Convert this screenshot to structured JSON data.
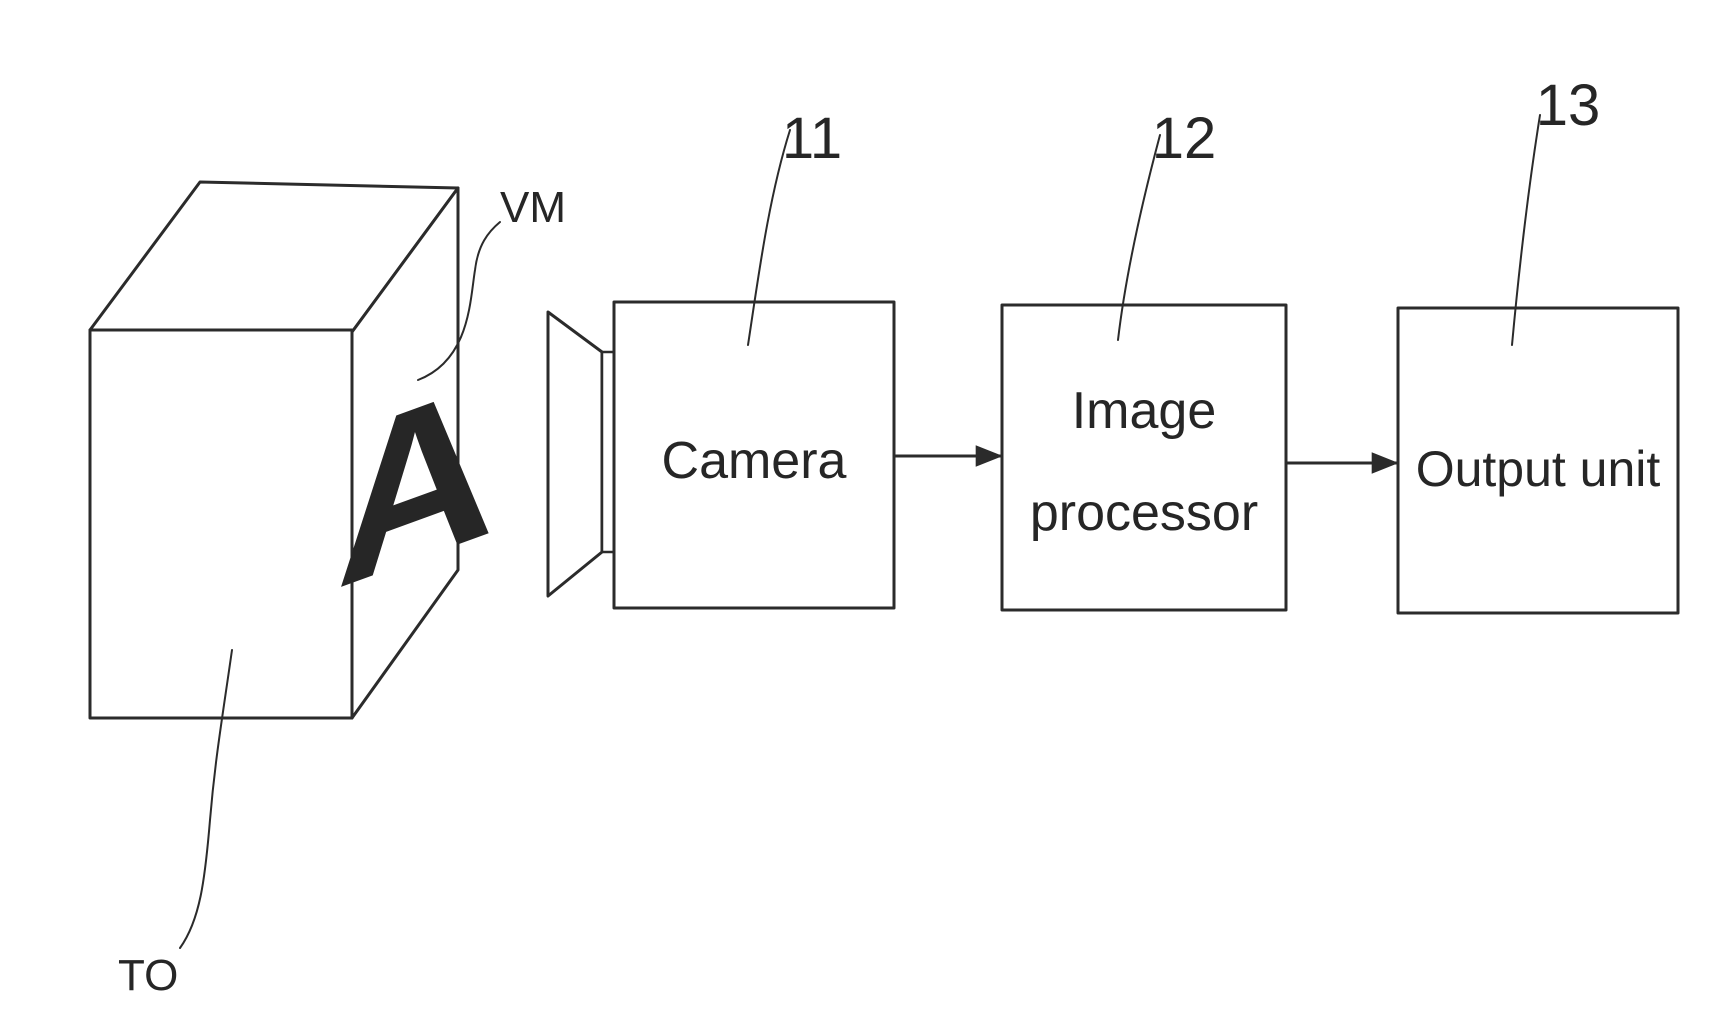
{
  "labels": {
    "target_object": "TO",
    "visual_marker": "VM",
    "marker_letter": "A",
    "camera_ref": "11",
    "processor_ref": "12",
    "output_ref": "13"
  },
  "blocks": {
    "camera": "Camera",
    "image_processor_line1": "Image",
    "image_processor_line2": "processor",
    "output_unit": "Output unit"
  },
  "colors": {
    "ink": "#2b2b2b",
    "background": "#ffffff"
  }
}
